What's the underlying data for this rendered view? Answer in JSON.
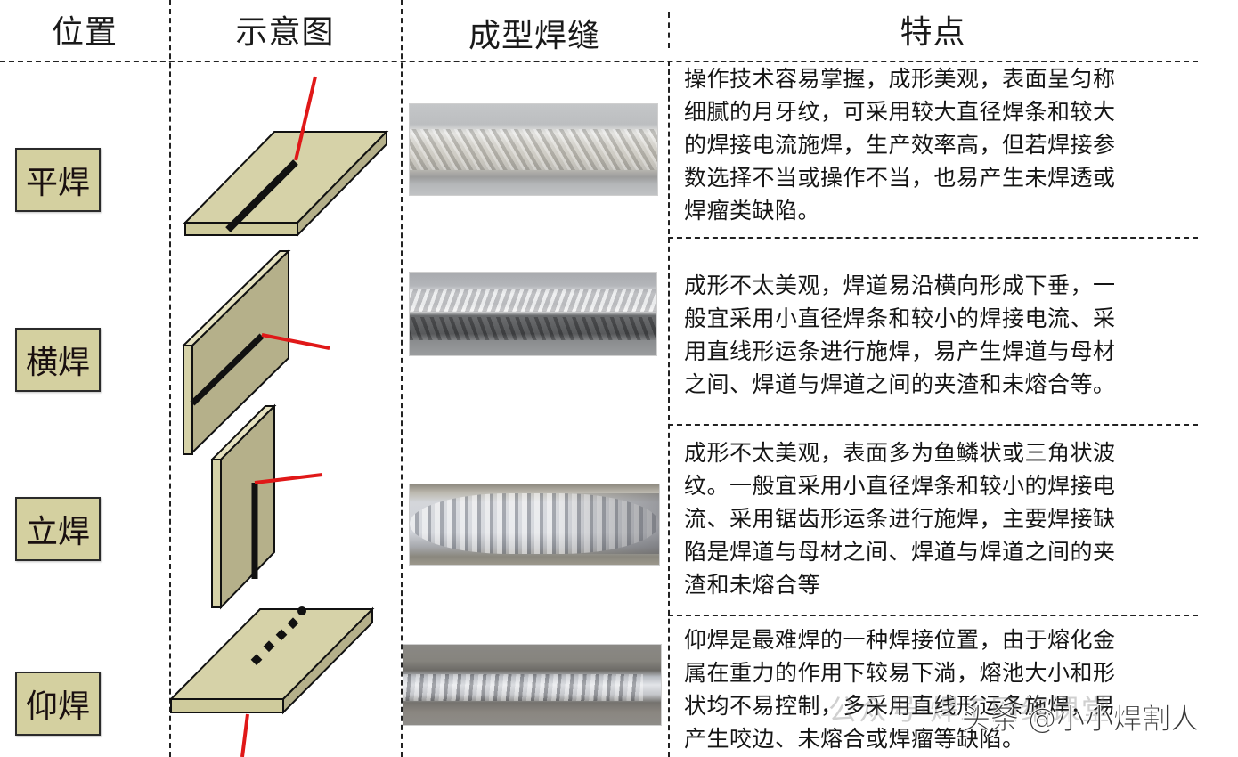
{
  "table": {
    "headers": {
      "position": "位置",
      "diagram": "示意图",
      "weld_bead": "成型焊缝",
      "characteristics": "特点"
    },
    "rows": [
      {
        "position": "平焊",
        "diagram_icon": "flat-weld-diagram",
        "photo_desc": "flat-weld-bead-photo",
        "lines": [
          "操作技术容易掌握，成形美观，表面呈匀称",
          "细腻的月牙纹，可采用较大直径焊条和较大",
          "的焊接电流施焊，生产效率高，但若焊接参",
          "数选择不当或操作不当，也易产生未焊透或",
          "焊瘤类缺陷。"
        ]
      },
      {
        "position": "横焊",
        "diagram_icon": "horizontal-weld-diagram",
        "photo_desc": "horizontal-weld-bead-photo",
        "lines": [
          "成形不太美观，焊道易沿横向形成下垂，一",
          "般宜采用小直径焊条和较小的焊接电流、采",
          "用直线形运条进行施焊，易产生焊道与母材",
          "之间、焊道与焊道之间的夹渣和未熔合等。"
        ]
      },
      {
        "position": "立焊",
        "diagram_icon": "vertical-weld-diagram",
        "photo_desc": "vertical-weld-bead-photo",
        "lines": [
          "成形不太美观，表面多为鱼鳞状或三角状波",
          "纹。一般宜采用小直径焊条和较小的焊接电",
          "流、采用锯齿形运条进行施焊，主要焊接缺",
          "陷是焊道与母材之间、焊道与焊道之间的夹",
          "渣和未熔合等"
        ]
      },
      {
        "position": "仰焊",
        "diagram_icon": "overhead-weld-diagram",
        "photo_desc": "overhead-weld-bead-photo",
        "lines": [
          "仰焊是最难焊的一种焊接位置，由于熔化金",
          "属在重力的作用下较易下淌，熔池大小和形",
          "状均不易控制，多采用直线形运条施焊，易",
          "产生咬边、未熔合或焊瘤等缺陷。"
        ]
      }
    ]
  },
  "watermarks": {
    "wechat": "公众号·焊工网络课堂",
    "toutiao": "头条 @小小焊割人"
  },
  "colors": {
    "plate_face": "#d6d2a8",
    "plate_shade": "#b5b08a",
    "label_bg": "#d4d0a0",
    "weld_line": "#111111",
    "electrode": "#e01818"
  }
}
